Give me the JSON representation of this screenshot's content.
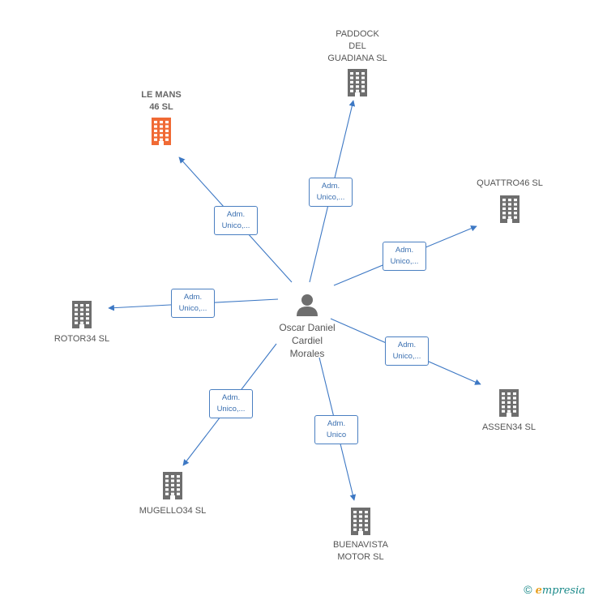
{
  "center": {
    "name_lines": [
      "Oscar Daniel",
      "Cardiel",
      "Morales"
    ],
    "icon": "person-icon"
  },
  "companies": [
    {
      "id": "le-mans-46-sl",
      "lines": [
        "LE MANS",
        "46  SL"
      ],
      "focus": true,
      "color": "#f06a35",
      "role_lines": [
        "Adm.",
        "Unico,..."
      ]
    },
    {
      "id": "paddock-del-guadiana-sl",
      "lines": [
        "PADDOCK",
        "DEL",
        "GUADIANA  SL"
      ],
      "focus": false,
      "color": "#6e6e6e",
      "role_lines": [
        "Adm.",
        "Unico,..."
      ]
    },
    {
      "id": "quattro46-sl",
      "lines": [
        "QUATTRO46  SL"
      ],
      "focus": false,
      "color": "#6e6e6e",
      "role_lines": [
        "Adm.",
        "Unico,..."
      ]
    },
    {
      "id": "rotor34-sl",
      "lines": [
        "ROTOR34  SL"
      ],
      "focus": false,
      "color": "#6e6e6e",
      "role_lines": [
        "Adm.",
        "Unico,..."
      ]
    },
    {
      "id": "assen34-sl",
      "lines": [
        "ASSEN34  SL"
      ],
      "focus": false,
      "color": "#6e6e6e",
      "role_lines": [
        "Adm.",
        "Unico,..."
      ]
    },
    {
      "id": "mugello34-sl",
      "lines": [
        "MUGELLO34  SL"
      ],
      "focus": false,
      "color": "#6e6e6e",
      "role_lines": [
        "Adm.",
        "Unico,..."
      ]
    },
    {
      "id": "buenavista-motor-sl",
      "lines": [
        "BUENAVISTA",
        "MOTOR  SL"
      ],
      "focus": false,
      "color": "#6e6e6e",
      "role_lines": [
        "Adm.",
        "Unico"
      ]
    }
  ],
  "colors": {
    "edge": "#3d78c4",
    "building": "#6e6e6e",
    "focus_building": "#f06a35",
    "person": "#6e6e6e"
  },
  "footer": {
    "copyright": "©",
    "brand_initial": "e",
    "brand_rest": "mpresia"
  }
}
